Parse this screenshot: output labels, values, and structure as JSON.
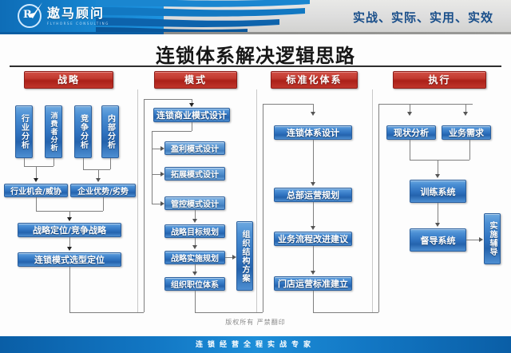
{
  "header": {
    "logo_cn": "遨马顾问",
    "logo_en": "FLYHORSE CONSULTING",
    "logo_letter": "R",
    "slogan": "实战、实际、实用、实效"
  },
  "title": "连锁体系解决逻辑思路",
  "columns": [
    {
      "label": "战略"
    },
    {
      "label": "模式"
    },
    {
      "label": "标准化体系"
    },
    {
      "label": "执行"
    }
  ],
  "boxes": {
    "c1": {
      "industry_analysis": "行业分析",
      "consumer_analysis": "消费者分析",
      "competitor_analysis": "竞争分析",
      "internal_analysis": "内部分析",
      "opportunity_threat": "行业机会/威协",
      "strength_weakness": "企业优势/劣势",
      "strategy_position": "战略定位/竞争战略",
      "chain_mode_position": "连锁模式选型定位"
    },
    "c2": {
      "business_mode_design": "连锁商业模式设计",
      "profit_mode_design": "盈利模式设计",
      "expansion_mode_design": "拓展模式设计",
      "control_mode_design": "管控模式设计",
      "strategy_goal_plan": "战略目标规划",
      "strategy_exec_plan": "战略实施规划",
      "org_position_system": "组织职位体系",
      "org_structure_plan": "组织结构方案"
    },
    "c3": {
      "chain_system_design": "连锁体系设计",
      "hq_operation_plan": "总部运营规划",
      "process_improvement": "业务流程改进建议",
      "store_standard": "门店运营标准建立"
    },
    "c4": {
      "status_analysis": "现状分析",
      "business_requirement": "业务需求",
      "training_system": "训练系统",
      "supervision_system": "督导系统",
      "implementation_coaching": "实施辅导"
    }
  },
  "copyright": "版权所有  严禁翻印",
  "footer_text": "连锁经营全程实战专家",
  "colors": {
    "header_blue": "#0f6cb6",
    "red_header": "#c23a30",
    "box_blue": "#2f72bf",
    "slogan_blue": "#1a4f8a"
  }
}
